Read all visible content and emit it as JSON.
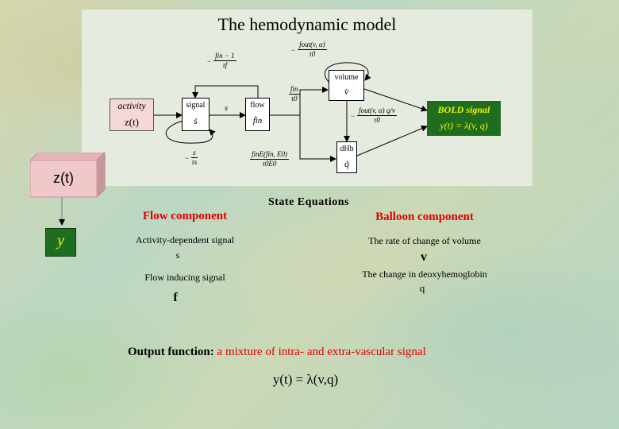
{
  "diagram": {
    "title": "The hemodynamic model",
    "activity_label": "activity",
    "activity_var": "z(t)",
    "signal_label": "signal",
    "signal_var": "ṡ",
    "flow_label": "flow",
    "flow_var": "ḟin",
    "volume_label": "volume",
    "volume_var": "v̇",
    "dhb_label": "dHb",
    "dhb_var": "q̇",
    "bold_label": "BOLD signal",
    "bold_eq": "y(t) = λ(v, q)",
    "edge_s": "s",
    "eq_flow_feedback": {
      "num": "fin − 1",
      "den": "τf"
    },
    "eq_signal_decay": {
      "num": "s",
      "den": "τs"
    },
    "eq_volume_self": {
      "num": "fout(v, α)",
      "den": "τ0"
    },
    "eq_fin_tau": {
      "num": "fin",
      "den": "τ0"
    },
    "eq_outflow_q": {
      "num": "fout(v, α) q/v",
      "den": "τ0"
    },
    "eq_extraction": {
      "num": "finE(fin, E0)",
      "den": "τ0E0"
    }
  },
  "left": {
    "z_box": "z(t)",
    "y_box": "y"
  },
  "text": {
    "state_equations": "State Equations",
    "flow_component": "Flow component",
    "balloon_component": "Balloon component",
    "activity_signal": "Activity-dependent signal",
    "s_var": "s",
    "flow_inducing": "Flow inducing signal",
    "f_var": "f",
    "volume_rate": "The rate of change of volume",
    "v_var": "v",
    "deoxy_change": "The change in deoxyhemoglobin",
    "q_var": "q",
    "output_label": "Output function:",
    "output_desc": " a mixture of intra- and extra-vascular signal",
    "output_eq": "y(t) = λ(v,q)"
  },
  "colors": {
    "title_red": "#e00000",
    "bold_box": "#1f6e1f",
    "bold_text": "#f2f200",
    "z_box": "#f0c8ca",
    "activity_box": "#f7d8d8"
  }
}
